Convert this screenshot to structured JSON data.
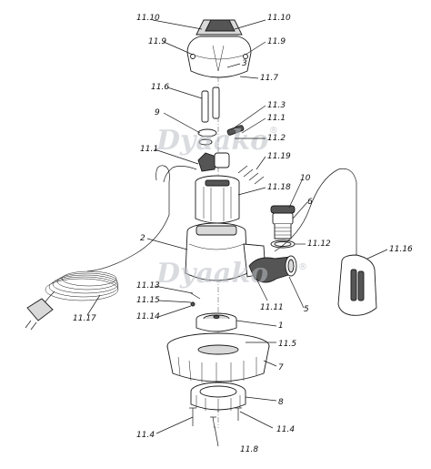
{
  "watermarks": [
    {
      "text": "Dyaako",
      "mark": "®"
    },
    {
      "text": "Dyaako",
      "mark": "®"
    }
  ],
  "labels": [
    "11.10",
    "11.10",
    "11.9",
    "11.9",
    "3",
    "11.7",
    "11.6",
    "11.3",
    "9",
    "11.1",
    "11.2",
    "11.1",
    "11.19",
    "10",
    "11.18",
    "6",
    "2",
    "11.12",
    "11.16",
    "11.13",
    "11.15",
    "11.11",
    "5",
    "11.14",
    "11.17",
    "1",
    "11.5",
    "7",
    "8",
    "11.4",
    "11.4",
    "11.8"
  ]
}
